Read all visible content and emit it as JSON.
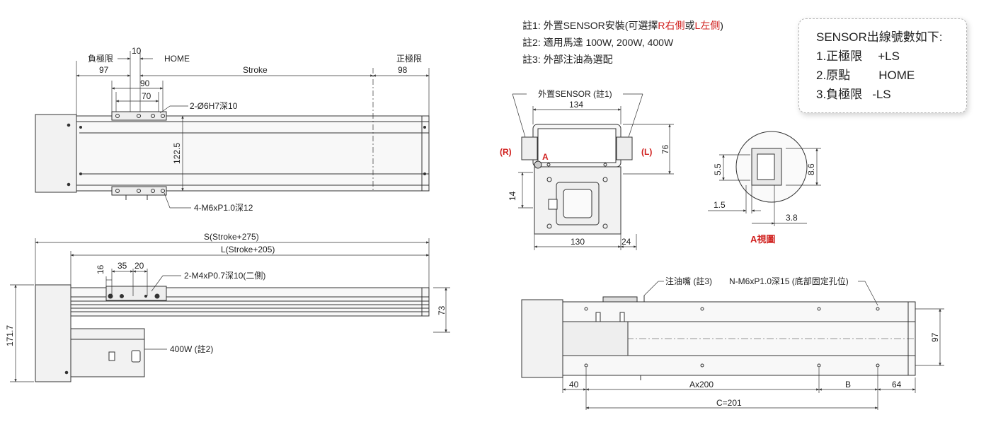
{
  "notes": {
    "note1_prefix": "註1: 外置SENSOR安裝(可選擇",
    "note1_r": "R右側",
    "note1_or": "或",
    "note1_l": "L左側",
    "note1_suffix": ")",
    "note2": "註2: 適用馬達 100W, 200W, 400W",
    "note3": "註3: 外部注油為選配"
  },
  "legend": {
    "title": "SENSOR出線號數如下:",
    "items": [
      {
        "label": "1.正極限",
        "value": "+LS"
      },
      {
        "label": "2.原點",
        "value": "HOME"
      },
      {
        "label": "3.負極限",
        "value": "-LS"
      }
    ]
  },
  "top_view": {
    "neg_limit": "負極限",
    "ten": "10",
    "home": "HOME",
    "pos_limit": "正極限",
    "d97": "97",
    "stroke": "Stroke",
    "d98": "98",
    "d90": "90",
    "d70": "70",
    "hole_spec": "2-Ø6H7深10",
    "d122": "122.5",
    "tap_spec": "4-M6xP1.0深12"
  },
  "side_view": {
    "s_len": "S(Stroke+275)",
    "l_len": "L(Stroke+205)",
    "d16": "16",
    "d35": "35",
    "d20": "20",
    "m4_spec": "2-M4xP0.7深10(二側)",
    "d73": "73",
    "d171": "171.7",
    "motor": "400W (註2)"
  },
  "end_view": {
    "sensor": "外置SENSOR (註1)",
    "d134": "134",
    "r": "(R)",
    "l": "(L)",
    "a": "A",
    "d76": "76",
    "d14": "14",
    "d130": "130",
    "d24": "24"
  },
  "detail_a": {
    "d55": "5.5",
    "d86": "8.6",
    "d15": "1.5",
    "d38": "3.8",
    "title": "A視圖"
  },
  "bottom_view": {
    "oil": "注油嘴 (註3)",
    "n_spec": "N-M6xP1.0深15 (底部固定孔位)",
    "d97": "97",
    "d40": "40",
    "ax200": "Ax200",
    "b": "B",
    "d64": "64",
    "c201": "C=201"
  },
  "colors": {
    "red": "#d0201e",
    "line": "#333333",
    "body": "#f2f2f2"
  }
}
